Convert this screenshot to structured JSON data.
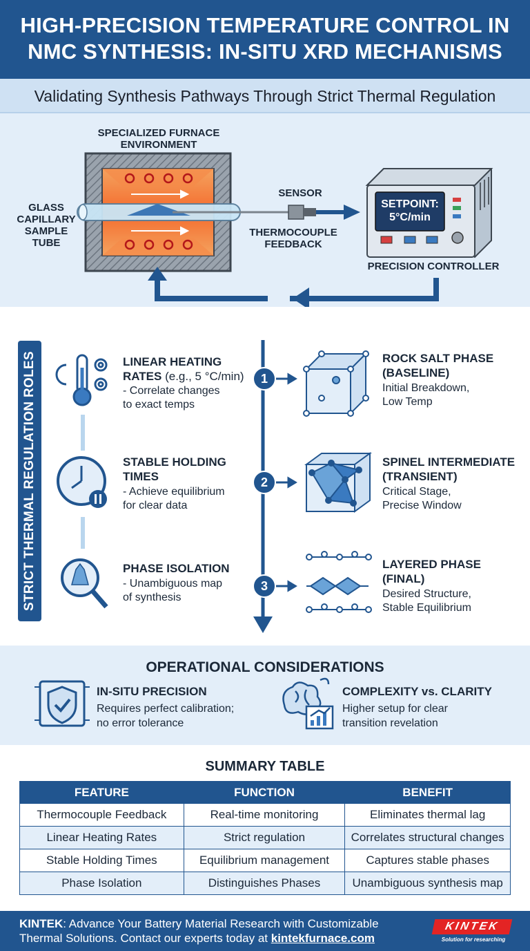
{
  "header": {
    "title_line1": "HIGH-PRECISION TEMPERATURE CONTROL IN",
    "title_line2": "NMC SYNTHESIS: IN-SITU XRD MECHANISMS",
    "subtitle": "Validating Synthesis Pathways Through Strict Thermal Regulation"
  },
  "diagram": {
    "furnace_label_line1": "SPECIALIZED FURNACE",
    "furnace_label_line2": "ENVIRONMENT",
    "capillary_line1": "GLASS",
    "capillary_line2": "CAPILLARY",
    "capillary_line3": "SAMPLE",
    "capillary_line4": "TUBE",
    "sensor_label": "SENSOR",
    "thermocouple_line1": "THERMOCOUPLE",
    "thermocouple_line2": "FEEDBACK",
    "setpoint_line1": "SETPOINT:",
    "setpoint_line2": "5°C/min",
    "controller_label": "PRECISION CONTROLLER"
  },
  "roles": {
    "side_label": "STRICT THERMAL REGULATION ROLES",
    "items": [
      {
        "title": "LINEAR HEATING",
        "title2": "RATES",
        "title2_suffix": " (e.g., 5 °C/min)",
        "desc1": "- Correlate changes",
        "desc2": "to exact temps"
      },
      {
        "title": "STABLE HOLDING",
        "title2": "TIMES",
        "desc1": "- Achieve equilibrium",
        "desc2": "for clear data"
      },
      {
        "title": "PHASE ISOLATION",
        "desc1": "- Unambiguous map",
        "desc2": "of synthesis"
      }
    ],
    "steps": [
      "1",
      "2",
      "3"
    ],
    "phases": [
      {
        "title1": "ROCK SALT PHASE",
        "title2": "(BASELINE)",
        "desc1": "Initial Breakdown,",
        "desc2": "Low Temp"
      },
      {
        "title1": "SPINEL INTERMEDIATE",
        "title2": "(TRANSIENT)",
        "desc1": "Critical Stage,",
        "desc2": "Precise Window"
      },
      {
        "title1": "LAYERED PHASE",
        "title2": "(FINAL)",
        "desc1": "Desired Structure,",
        "desc2": "Stable Equilibrium"
      }
    ]
  },
  "ops": {
    "title": "OPERATIONAL CONSIDERATIONS",
    "items": [
      {
        "title": "IN-SITU PRECISION",
        "desc1": "Requires perfect calibration;",
        "desc2": "no error tolerance"
      },
      {
        "title": "COMPLEXITY vs. CLARITY",
        "desc1": "Higher setup for clear",
        "desc2": "transition revelation"
      }
    ]
  },
  "summary": {
    "title": "SUMMARY TABLE",
    "headers": [
      "FEATURE",
      "FUNCTION",
      "BENEFIT"
    ],
    "rows": [
      [
        "Thermocouple Feedback",
        "Real-time monitoring",
        "Eliminates thermal lag"
      ],
      [
        "Linear Heating Rates",
        "Strict regulation",
        "Correlates structural changes"
      ],
      [
        "Stable Holding Times",
        "Equilibrium management",
        "Captures stable phases"
      ],
      [
        "Phase Isolation",
        "Distinguishes Phases",
        "Unambiguous synthesis map"
      ]
    ]
  },
  "footer": {
    "brand": "KINTEK",
    "text1": ": Advance Your Battery Material Research with Customizable",
    "text2": "Thermal Solutions. Contact our experts today at ",
    "link": "kintekfurnace.com",
    "logo": "KINTEK",
    "tagline": "Solution for researching"
  },
  "colors": {
    "primary": "#21558f",
    "light": "#e3eef9",
    "furnace_orange": "#f07a3c",
    "logo_red": "#e32424"
  }
}
